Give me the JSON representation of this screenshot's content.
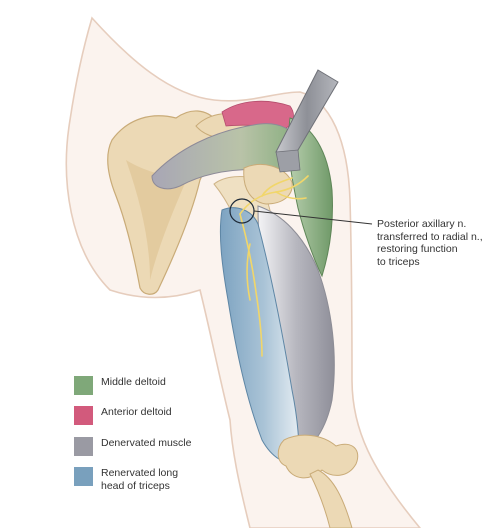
{
  "callout": {
    "lines": [
      "Posterior axillary n.",
      "transferred to radial n.,",
      "restoring function",
      "to triceps"
    ]
  },
  "legend": [
    {
      "key": "middle_deltoid",
      "color": "#7fa879",
      "lines": [
        "Middle deltoid"
      ]
    },
    {
      "key": "anterior_deltoid",
      "color": "#d25a7c",
      "lines": [
        "Anterior deltoid"
      ]
    },
    {
      "key": "denervated",
      "color": "#9a9aa3",
      "lines": [
        "Denervated muscle"
      ]
    },
    {
      "key": "renervated",
      "color": "#79a0bd",
      "lines": [
        "Renervated long",
        "head of triceps"
      ]
    }
  ],
  "colors": {
    "skin_outline": "#e6cdbd",
    "skin_fill": "#fbf3ee",
    "bone": "#ecd9b5",
    "bone_shadow": "#d6bd92",
    "nerve": "#f1d66a",
    "instrument": "#9d9fa6"
  },
  "icons": [
    "scapula-bone",
    "humerus-bone",
    "surgical-retractor",
    "nerve-branch",
    "magnifier-circle"
  ]
}
